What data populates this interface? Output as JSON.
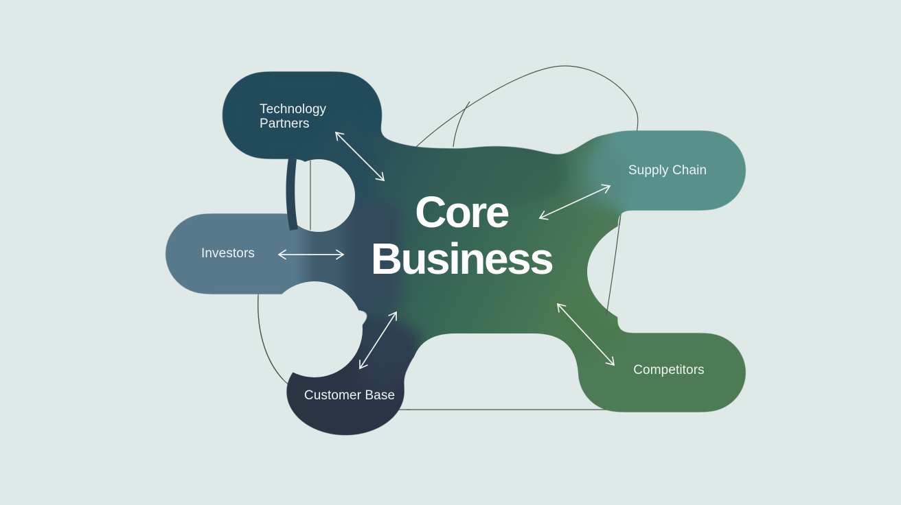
{
  "canvas": {
    "background": "#dfe9e7",
    "outline_color": "#4f5550",
    "arrow_color": "#f2f6f3",
    "title_color": "#ffffff",
    "label_color": "#eef4f1"
  },
  "center": {
    "title_line1": "Core",
    "title_line2": "Business"
  },
  "nodes": [
    {
      "id": "technology-partners",
      "label_line1": "Technology",
      "label_line2": "Partners",
      "color": "#214b5b"
    },
    {
      "id": "supply-chain",
      "label": "Supply Chain",
      "color": "#58908b"
    },
    {
      "id": "investors",
      "label": "Investors",
      "color": "#58798c"
    },
    {
      "id": "customer-base",
      "label": "Customer Base",
      "color": "#2b3445"
    },
    {
      "id": "competitors",
      "label": "Competitors",
      "color": "#4d7b55"
    }
  ],
  "connections": [
    {
      "from": "Core Business",
      "to": "Technology Partners",
      "type": "bidirectional-arrow"
    },
    {
      "from": "Core Business",
      "to": "Supply Chain",
      "type": "bidirectional-arrow"
    },
    {
      "from": "Core Business",
      "to": "Investors",
      "type": "bidirectional-arrow"
    },
    {
      "from": "Core Business",
      "to": "Customer Base",
      "type": "bidirectional-arrow"
    },
    {
      "from": "Core Business",
      "to": "Competitors",
      "type": "bidirectional-arrow"
    }
  ]
}
